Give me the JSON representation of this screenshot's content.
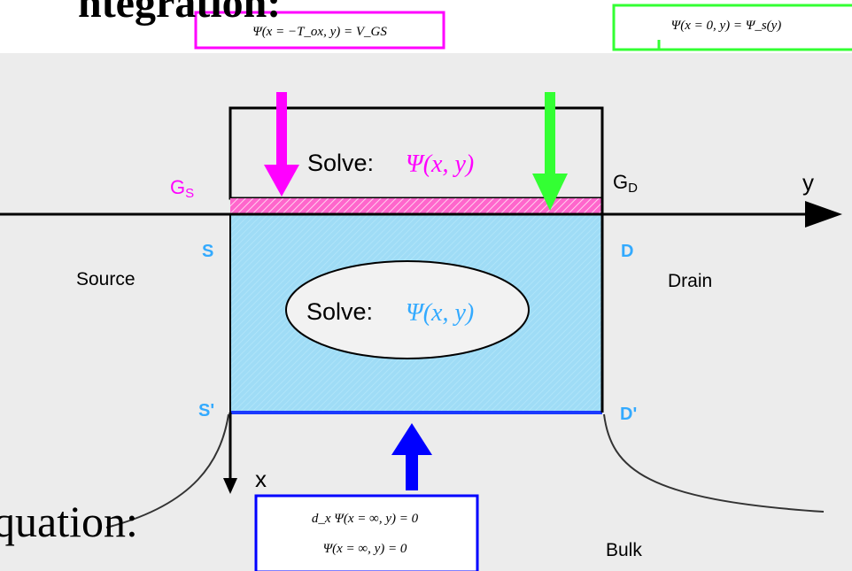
{
  "slide": {
    "title_fragment": "ntegration:",
    "bottom_fragment": "quation:"
  },
  "diagram": {
    "top_solve_label": "Solve:",
    "center_solve_label": "Solve:",
    "psi_expr": "Ψ(x, y)",
    "gate_source_label": "G",
    "gate_source_sub": "S",
    "gate_drain_label": "G",
    "gate_drain_sub": "D",
    "s_label": "S",
    "d_label": "D",
    "s_prime_label": "S'",
    "d_prime_label": "D'",
    "source_label": "Source",
    "drain_label": "Drain",
    "bulk_label": "Bulk",
    "axis_y_label": "y",
    "axis_x_label": "x",
    "bc_top_left": "Ψ(x = −T_ox, y) = V_GS",
    "bc_top_right": "Ψ(x = 0, y) = Ψ_s(y)",
    "bc_bottom_line1": "d_x Ψ(x = ∞, y) = 0",
    "bc_bottom_line2": "Ψ(x = ∞, y) = 0"
  },
  "colors": {
    "magenta": "#ff00ff",
    "green": "#33ff33",
    "blue": "#0000ff",
    "cyan_label": "#33aaff",
    "region_fill": "#9fdcf6",
    "gate_hatch": "#ff66cc",
    "background": "#ececec"
  }
}
